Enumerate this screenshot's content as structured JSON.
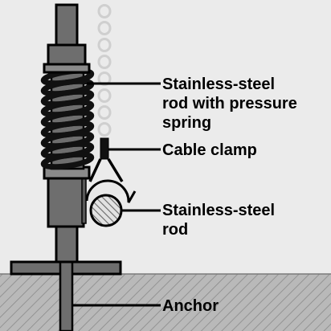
{
  "labels": {
    "rod_spring_line1": "Stainless-steel",
    "rod_spring_line2": "rod with pressure",
    "rod_spring_line3": "spring",
    "cable_clamp": "Cable clamp",
    "rod_line1": "Stainless-steel",
    "rod_line2": "rod",
    "anchor": "Anchor"
  },
  "colors": {
    "background": "#ebebeb",
    "metal": "#6e6e6e",
    "metal_dark": "#585858",
    "outline": "#000000",
    "spring": "#111111",
    "ground": "#b9b9b9",
    "chain": "#d6d6d6"
  }
}
